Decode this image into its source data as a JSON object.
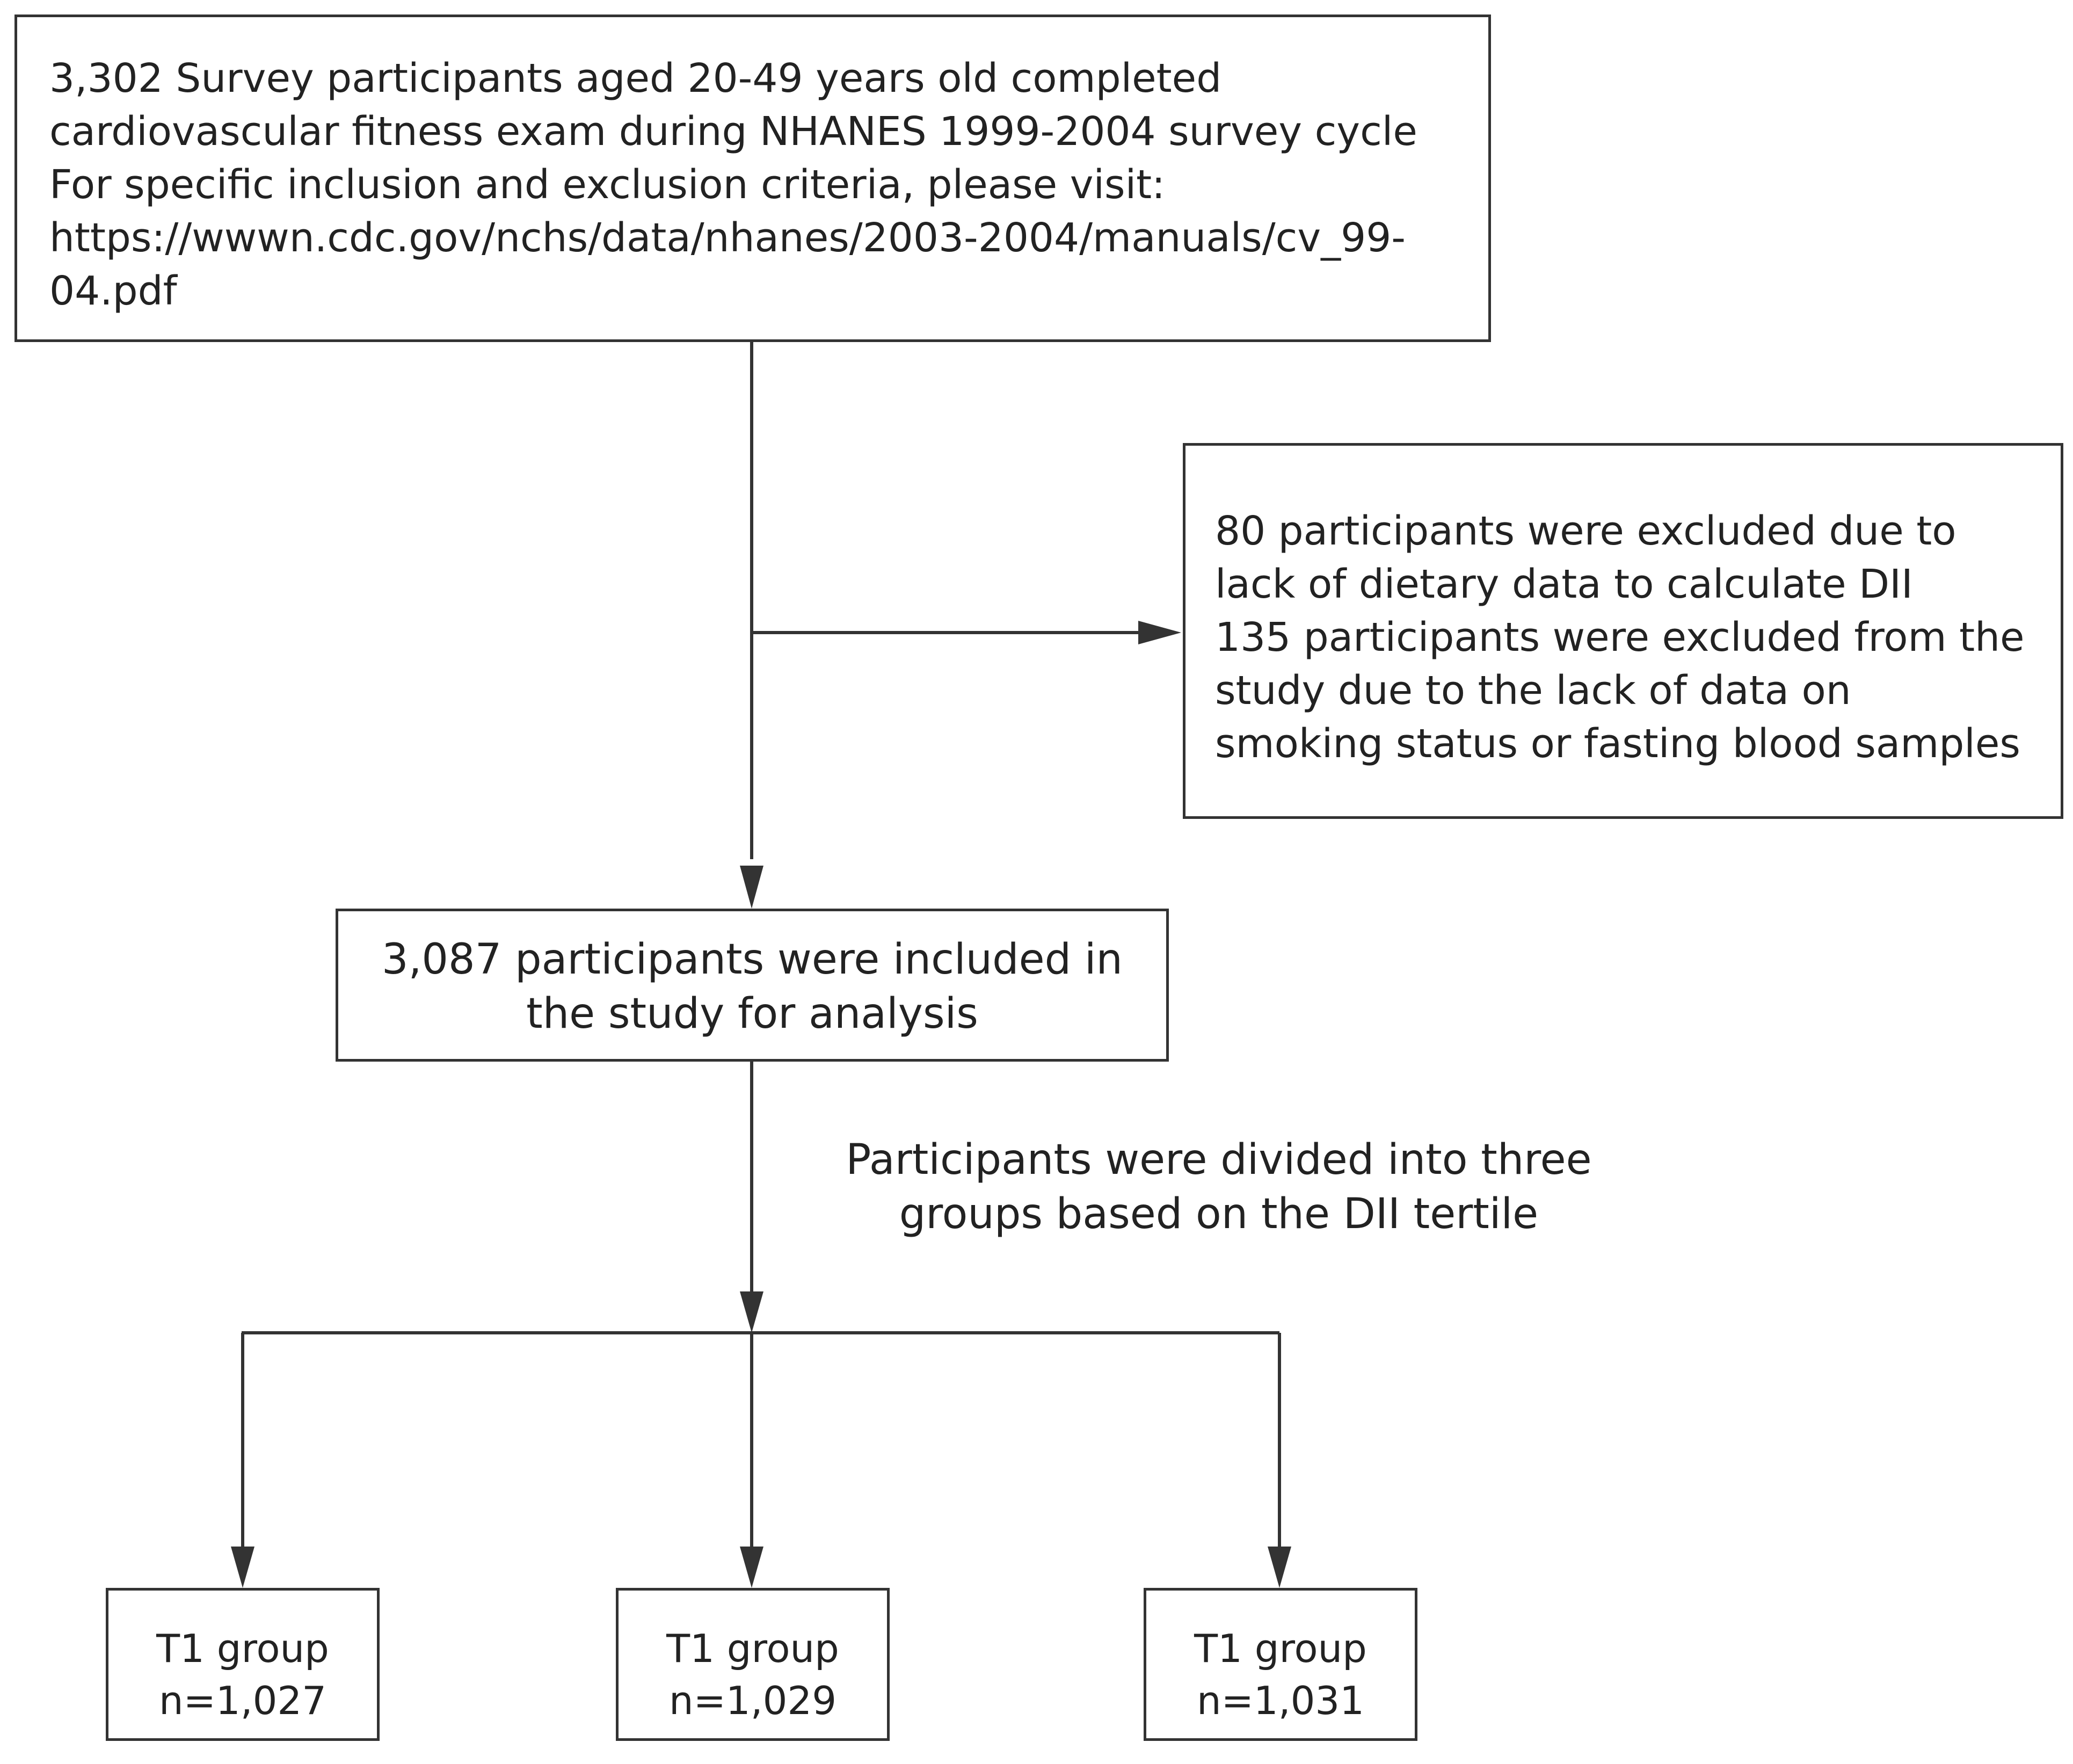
{
  "top_box": {
    "lines": [
      "3,302 Survey participants aged 20-49 years old completed",
      "cardiovascular fitness exam during NHANES 1999-2004 survey cycle",
      "For specific inclusion and exclusion criteria, please visit:",
      "https://wwwn.cdc.gov/nchs/data/nhanes/2003-2004/manuals/cv_99-",
      "04.pdf"
    ]
  },
  "exclusion_box": {
    "lines": [
      "80 participants were excluded due to",
      "lack of dietary data to calculate DII",
      "135 participants were excluded from the",
      "study due to the lack of data on",
      "smoking status or fasting blood samples"
    ]
  },
  "included_box": {
    "lines": [
      "3,087 participants were included in",
      "the study for analysis"
    ]
  },
  "division_note": {
    "lines": [
      "Participants were divided into three",
      "groups based on the DII tertile"
    ]
  },
  "groups": [
    {
      "label": "T1 group",
      "count": "n=1,027"
    },
    {
      "label": "T1 group",
      "count": "n=1,029"
    },
    {
      "label": "T1 group",
      "count": "n=1,031"
    }
  ],
  "colors": {
    "line": "#333333",
    "text": "#222222",
    "background": "#ffffff"
  }
}
